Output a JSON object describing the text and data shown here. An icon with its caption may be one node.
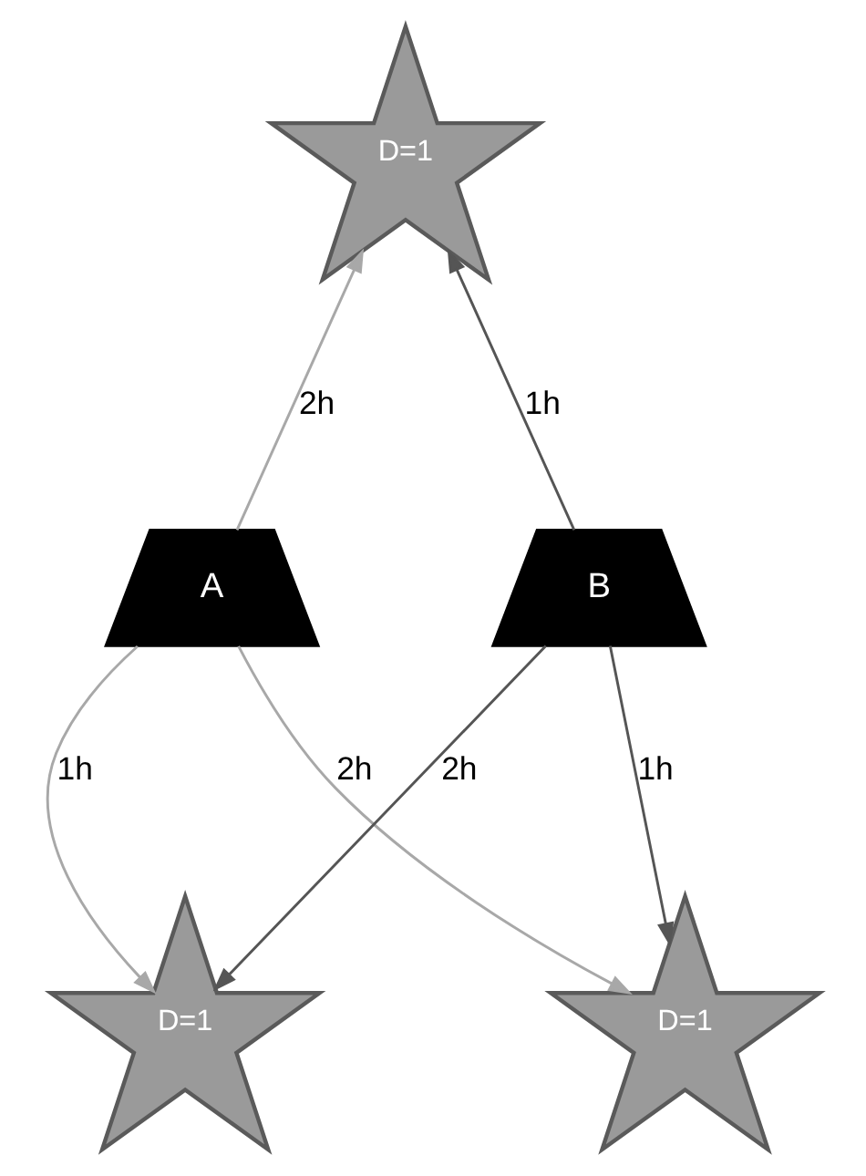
{
  "diagram": {
    "nodes": [
      {
        "text": [
          "D=1"
        ]
      },
      {
        "text": [
          "A"
        ]
      },
      {
        "text": [
          "B"
        ]
      },
      {
        "text": [
          "D=1"
        ]
      },
      {
        "text": [
          "D=1"
        ]
      }
    ],
    "edges": [
      {
        "from": 1,
        "to": 0,
        "arrow": "to",
        "label": "2h",
        "color": "#a8a8a8"
      },
      {
        "from": 2,
        "to": 0,
        "arrow": "to",
        "label": "1h",
        "color": "#555555"
      },
      {
        "from": 1,
        "to": 3,
        "arrow": "to",
        "label": "1h",
        "color": "#a8a8a8"
      },
      {
        "from": 1,
        "to": 4,
        "arrow": "to",
        "label": "2h",
        "color": "#a8a8a8"
      },
      {
        "from": 2,
        "to": 3,
        "arrow": "to",
        "label": "2h",
        "color": "#555555"
      },
      {
        "from": 2,
        "to": 4,
        "arrow": "to",
        "label": "1h",
        "color": "#555555"
      }
    ]
  }
}
